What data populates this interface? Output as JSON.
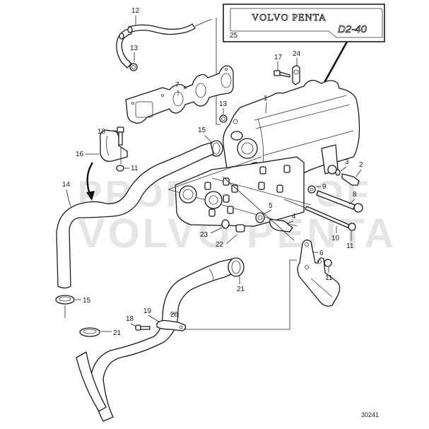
{
  "diagram": {
    "title": "Volvo Penta D2-40 exhaust manifold / coolant hose exploded view",
    "reference_number": "30241",
    "watermark": [
      "PROPERTY OF",
      "VOLVO PENTA"
    ],
    "decal": {
      "brand_text": "VOLVO PENTA",
      "model_text": "D2-40",
      "part_number": "25"
    },
    "callouts": [
      {
        "id": "c1",
        "label": "1"
      },
      {
        "id": "c2",
        "label": "2"
      },
      {
        "id": "c3",
        "label": "3"
      },
      {
        "id": "c4",
        "label": "4"
      },
      {
        "id": "c5",
        "label": "5"
      },
      {
        "id": "c6",
        "label": "6"
      },
      {
        "id": "c7",
        "label": "7"
      },
      {
        "id": "c8",
        "label": "8"
      },
      {
        "id": "c9",
        "label": "9"
      },
      {
        "id": "c10",
        "label": "10"
      },
      {
        "id": "c11a",
        "label": "11"
      },
      {
        "id": "c11b",
        "label": "11"
      },
      {
        "id": "c11c",
        "label": "11"
      },
      {
        "id": "c12",
        "label": "12"
      },
      {
        "id": "c13a",
        "label": "13"
      },
      {
        "id": "c13b",
        "label": "13"
      },
      {
        "id": "c14",
        "label": "14"
      },
      {
        "id": "c15a",
        "label": "15"
      },
      {
        "id": "c15b",
        "label": "15"
      },
      {
        "id": "c16",
        "label": "16"
      },
      {
        "id": "c17",
        "label": "17"
      },
      {
        "id": "c18a",
        "label": "18"
      },
      {
        "id": "c18b",
        "label": "18"
      },
      {
        "id": "c19",
        "label": "19"
      },
      {
        "id": "c20",
        "label": "20"
      },
      {
        "id": "c21a",
        "label": "21"
      },
      {
        "id": "c21b",
        "label": "21"
      },
      {
        "id": "c22",
        "label": "22"
      },
      {
        "id": "c23",
        "label": "23"
      },
      {
        "id": "c24",
        "label": "24"
      }
    ]
  }
}
